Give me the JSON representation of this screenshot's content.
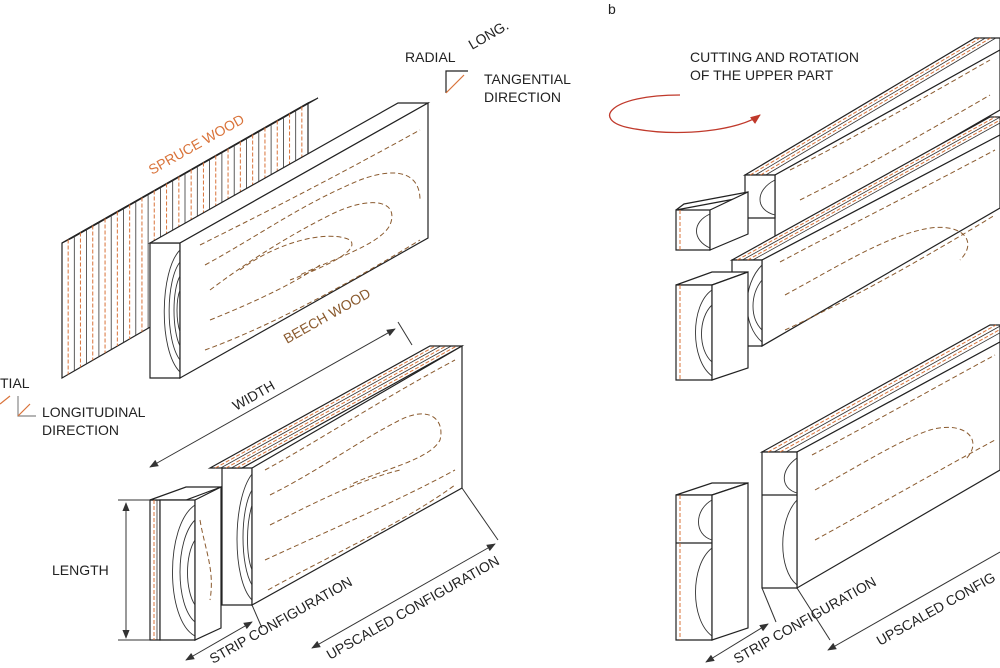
{
  "panel_b_label": "b",
  "axes_top": {
    "radial": "RADIAL",
    "long": "LONG.",
    "tangential": "TANGENTIAL",
    "direction": "DIRECTION"
  },
  "axes_left": {
    "tial": "TIAL",
    "longitudinal": "LONGITUDINAL",
    "direction": "DIRECTION"
  },
  "materials": {
    "spruce": "SPRUCE WOOD",
    "beech": "BEECH WOOD"
  },
  "dimensions": {
    "width": "WIDTH",
    "length": "LENGTH"
  },
  "configs_a": {
    "strip": "STRIP CONFIGURATION",
    "upscaled": "UPSCALED CONFIGURATION"
  },
  "configs_b": {
    "strip": "STRIP CONFIGURATION",
    "upscaled": "UPSCALED CONFIG"
  },
  "cutting": {
    "line1": "CUTTING AND ROTATION",
    "line2": "OF THE UPPER PART"
  },
  "colors": {
    "spruce_orange": "#d9733a",
    "beech_brown": "#8a5a2e",
    "rotation_red": "#c0392b",
    "line": "#222222"
  }
}
